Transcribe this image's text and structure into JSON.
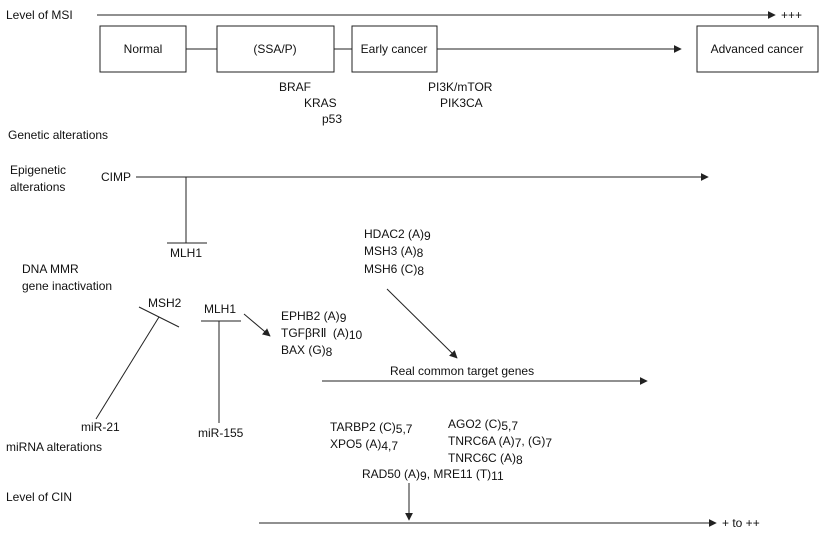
{
  "labels": {
    "msi_level": "Level of MSI",
    "msi_end": "+++",
    "genetic": "Genetic alterations",
    "epigenetic_1": "Epigenetic",
    "epigenetic_2": "alterations",
    "dna_mmr_1": "DNA MMR",
    "dna_mmr_2": "gene inactivation",
    "mirna": "miRNA alterations",
    "cin_level": "Level of CIN",
    "cin_end": "+ to ++",
    "cimp": "CIMP",
    "real_common": "Real common target genes"
  },
  "stages": {
    "normal": "Normal",
    "ssa": "(SSA/P)",
    "early": "Early cancer",
    "advanced": "Advanced cancer"
  },
  "genes": {
    "braf": "BRAF",
    "kras": "KRAS",
    "p53": "p53",
    "pi3k": "PI3K/mTOR",
    "pik3ca": "PIK3CA",
    "mlh1_top": "MLH1",
    "msh2": "MSH2",
    "mlh1_mid": "MLH1",
    "mir21": "miR-21",
    "mir155": "miR-155"
  },
  "target_genes_top": [
    {
      "name": "HDAC2 (A)",
      "sub": "9"
    },
    {
      "name": "MSH3 (A)",
      "sub": "8"
    },
    {
      "name": "MSH6 (C)",
      "sub": "8"
    }
  ],
  "target_genes_mid": {
    "ephb2": {
      "name": "EPHB2 (A)",
      "sub": "9"
    },
    "tgfbr2": {
      "pre": "TGF",
      "beta": "β",
      "post": "R",
      "roman": "Ⅱ",
      "allele": " (A)",
      "sub": "10"
    },
    "bax": {
      "name": "BAX (G)",
      "sub": "8"
    }
  },
  "mirna_targets": {
    "tarbp2": {
      "name": "TARBP2 (C)",
      "sub": "5,7"
    },
    "xpo5": {
      "name": "XPO5 (A)",
      "sub": "4,7"
    },
    "ago2": {
      "name": "AGO2 (C)",
      "sub": "5,7"
    },
    "tnrc6a": {
      "name": "TNRC6A (A)",
      "sub1": "7",
      "mid": ", (G)",
      "sub2": "7"
    },
    "tnrc6c": {
      "name": "TNRC6C (A)",
      "sub": "8"
    },
    "rad50": {
      "name": "RAD50 (A)",
      "sub1": "9",
      "mid": ", MRE11 (T)",
      "sub2": "11"
    }
  }
}
